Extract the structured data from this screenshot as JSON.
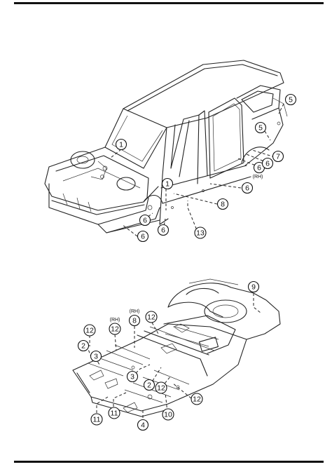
{
  "side_notes": {
    "rh": "(RH)"
  },
  "body_callouts": [
    {
      "id": "b1",
      "label": "1"
    },
    {
      "id": "b2",
      "label": "1"
    },
    {
      "id": "b3",
      "label": "5"
    },
    {
      "id": "b4",
      "label": "5"
    },
    {
      "id": "b5",
      "label": "7"
    },
    {
      "id": "b6",
      "label": "6"
    },
    {
      "id": "b7",
      "label": "6"
    },
    {
      "id": "b8",
      "label": "6"
    },
    {
      "id": "b9",
      "label": "8"
    },
    {
      "id": "b10",
      "label": "6"
    },
    {
      "id": "b11",
      "label": "6"
    },
    {
      "id": "b12",
      "label": "13"
    },
    {
      "id": "b13",
      "label": "6"
    }
  ],
  "floor_callouts": [
    {
      "id": "f1",
      "label": "9"
    },
    {
      "id": "f2",
      "label": "8"
    },
    {
      "id": "f3",
      "label": "12"
    },
    {
      "id": "f4",
      "label": "12"
    },
    {
      "id": "f5",
      "label": "12"
    },
    {
      "id": "f6",
      "label": "2"
    },
    {
      "id": "f7",
      "label": "3"
    },
    {
      "id": "f8",
      "label": "3"
    },
    {
      "id": "f9",
      "label": "2"
    },
    {
      "id": "f10",
      "label": "12"
    },
    {
      "id": "f11",
      "label": "12"
    },
    {
      "id": "f12",
      "label": "11"
    },
    {
      "id": "f13",
      "label": "11"
    },
    {
      "id": "f14",
      "label": "4"
    },
    {
      "id": "f15",
      "label": "10"
    }
  ]
}
